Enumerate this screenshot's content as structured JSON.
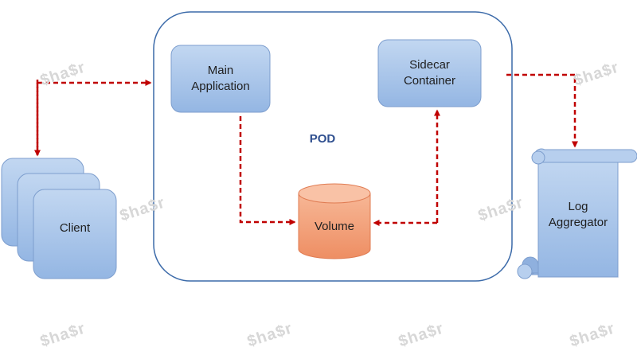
{
  "watermark": "$ha$r",
  "pod": {
    "label": "POD"
  },
  "nodes": {
    "main_app": "Main\nApplication",
    "sidecar": "Sidecar\nContainer",
    "volume": "Volume",
    "client": "Client",
    "log_aggregator": "Log\nAggregator"
  },
  "colors": {
    "box_fill": "#a9c6ea",
    "box_stroke": "#6f93c8",
    "pod_border": "#3b6aa9",
    "volume_fill": "#f3a07a",
    "volume_stroke": "#e07c53",
    "arrow": "#c00000"
  }
}
